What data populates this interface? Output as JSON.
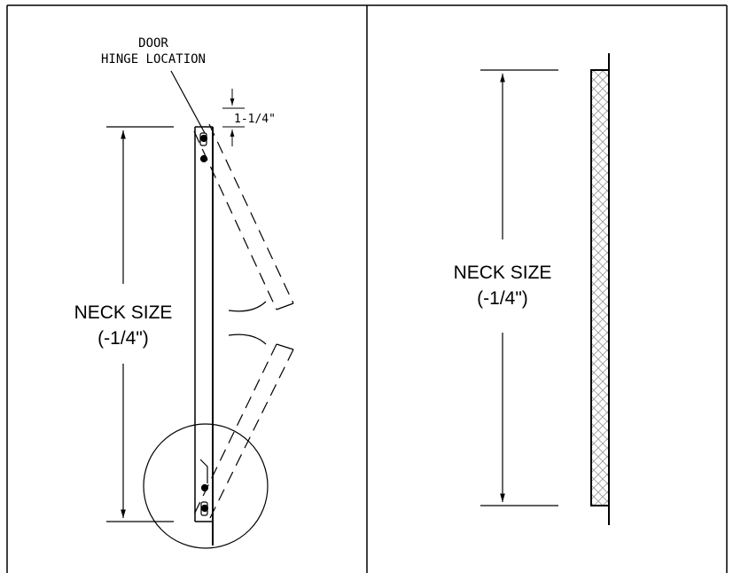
{
  "left_panel": {
    "callout_line1": "DOOR",
    "callout_line2": "HINGE LOCATION",
    "offset_dimension": "1-1/4\"",
    "size_line1": "NECK SIZE",
    "size_line2": "(-1/4\")"
  },
  "right_panel": {
    "size_line1": "NECK SIZE",
    "size_line2": "(-1/4\")"
  }
}
